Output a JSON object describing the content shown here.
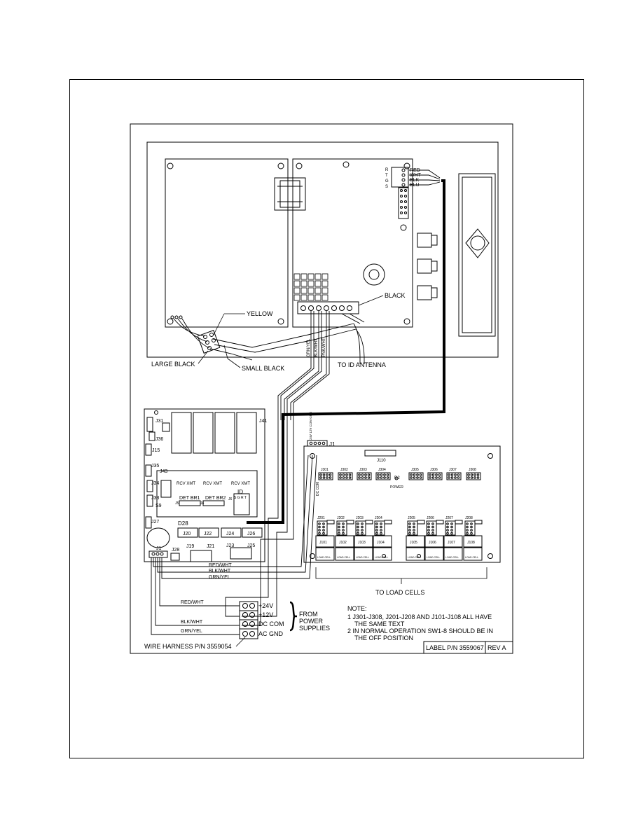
{
  "antenna_terminals": {
    "letters": [
      "R",
      "T",
      "G",
      "S"
    ],
    "wires": [
      "RED",
      "WHT",
      "BLK",
      "BLU"
    ]
  },
  "callouts": {
    "yellow": "YELLOW",
    "black": "BLACK",
    "large_black": "LARGE BLACK",
    "small_black": "SMALL BLACK",
    "to_id_antenna": "TO ID ANTENNA",
    "wire_grn_yel": "GRN/YEL",
    "wire_blk_wht": "BLK/WHT",
    "wire_pnk_wht": "PNK/WHT"
  },
  "controller_board": {
    "connectors": {
      "j31": "J31",
      "j36": "J36",
      "j15": "J15",
      "j35": "J35",
      "j43": "J43",
      "j34": "J34",
      "j33": "J33",
      "s9": "S9",
      "j27": "J27",
      "j41": "J41",
      "d28": "D28",
      "j20": "J20",
      "j22": "J22",
      "j24": "J24",
      "j26": "J26",
      "j1": "J1",
      "j28": "J28",
      "j19": "J19",
      "j21": "J21",
      "j23": "J23",
      "j25": "J25"
    },
    "radio": {
      "rcv_xmt_1": "RCV  XMT",
      "rcv_xmt_2": "RCV  XMT",
      "rcv_xmt_3": "RCV  XMT",
      "det_br1": "DET BR1",
      "det_br2": "DET BR2",
      "j5": "J5",
      "j4": "J4",
      "j6": "J6",
      "id": "ID",
      "sgrt": "S G R T"
    }
  },
  "junction_board": {
    "j1": "J1",
    "j1_pins": "24V 12V COM GND",
    "j110": "J110",
    "top_row": [
      "J301",
      "J302",
      "J303",
      "J304",
      "J305",
      "J306",
      "J307",
      "J308"
    ],
    "mid_row": [
      "J201",
      "J202",
      "J203",
      "J204",
      "J205",
      "J206",
      "J207",
      "J208"
    ],
    "bottom_row": [
      "J101",
      "J102",
      "J103",
      "J104",
      "J105",
      "J106",
      "J107",
      "J108"
    ],
    "load_cell_label": "LOAD CELL",
    "dc_com": "DC COM",
    "d2": "D2",
    "power": "POWER",
    "to_load_cells": "TO LOAD CELLS"
  },
  "harness": {
    "wires": [
      "RED/WHT",
      "BLK/WHT",
      "GRN/YEL"
    ],
    "terminal_wires": [
      "RED/WHT",
      "BLK/WHT",
      "GRN/YEL"
    ],
    "terminals": [
      "+24V",
      "+12V",
      "DC COM",
      "AC GND"
    ],
    "from_power": [
      "FROM",
      "POWER",
      "SUPPLIES"
    ],
    "part_number": "WIRE HARNESS P/N 3559054"
  },
  "notes": {
    "heading": "NOTE:",
    "lines": [
      "1  J301-J308, J201-J208 AND J101-J108 ALL HAVE",
      "THE SAME TEXT",
      "2  IN NORMAL OPERATION SW1-8 SHOULD BE IN",
      "THE OFF POSITION"
    ]
  },
  "label": {
    "part": "LABEL P/N 3559067",
    "rev": "REV A"
  }
}
